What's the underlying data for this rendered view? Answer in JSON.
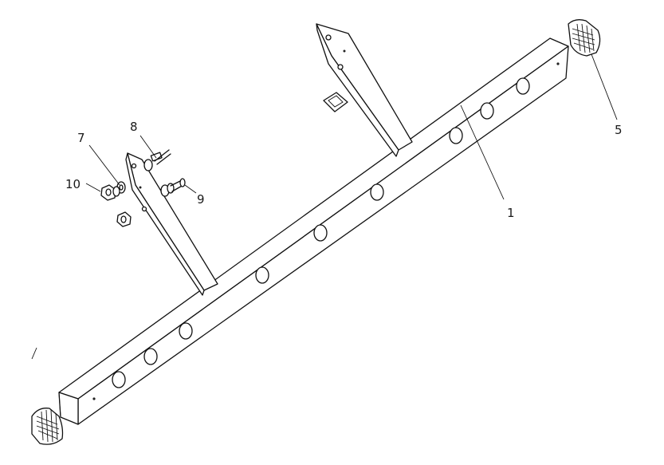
{
  "diagram": {
    "callouts": [
      {
        "id": "c1",
        "label": "1"
      },
      {
        "id": "c5",
        "label": "5"
      },
      {
        "id": "c7",
        "label": "7"
      },
      {
        "id": "c8",
        "label": "8"
      },
      {
        "id": "c9",
        "label": "9"
      },
      {
        "id": "c10",
        "label": "10"
      }
    ]
  },
  "colors": {
    "line": "#111111",
    "background": "#ffffff"
  }
}
